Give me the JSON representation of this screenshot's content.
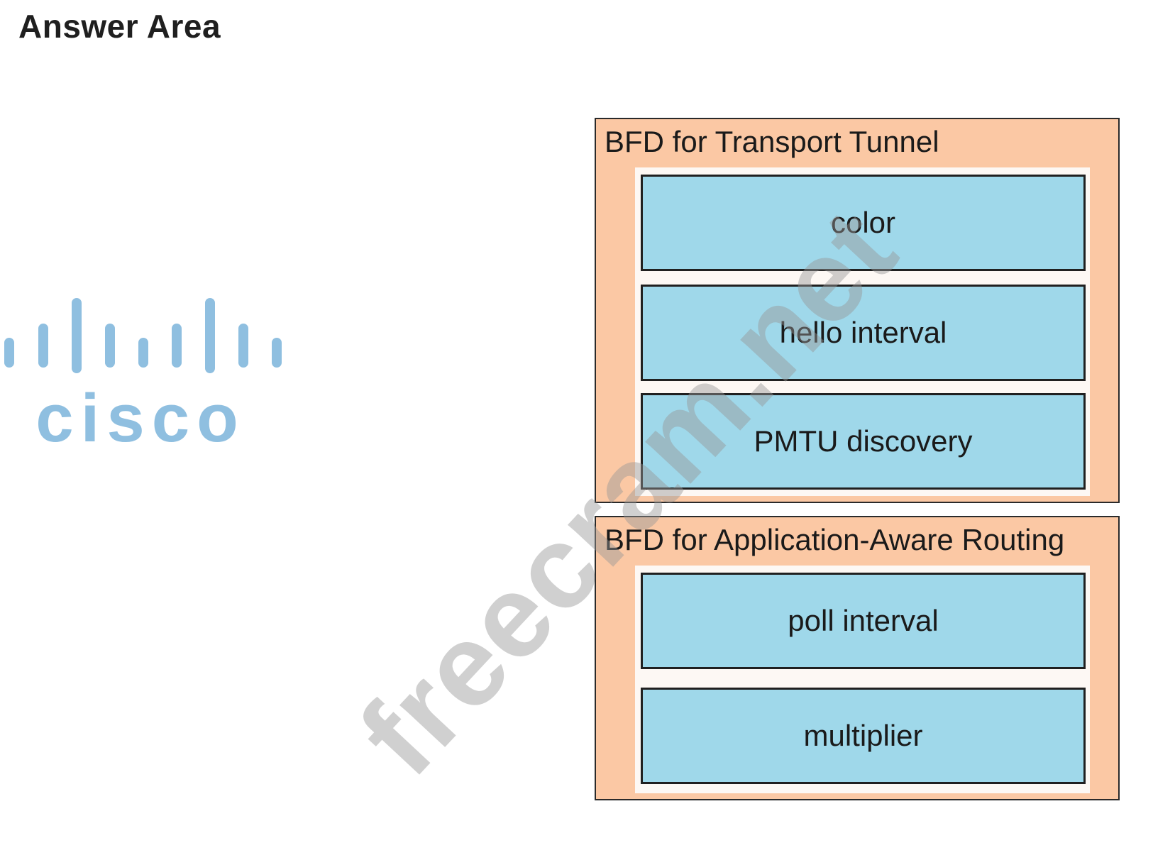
{
  "header": {
    "title": "Answer Area"
  },
  "logo": {
    "text": "cisco",
    "icon": "cisco-logo",
    "color": "#8fbfe0"
  },
  "groups": [
    {
      "title": "BFD for Transport Tunnel",
      "items": [
        {
          "label": "color"
        },
        {
          "label": "hello interval"
        },
        {
          "label": "PMTU discovery"
        }
      ]
    },
    {
      "title": "BFD for Application-Aware Routing",
      "items": [
        {
          "label": "poll interval"
        },
        {
          "label": "multiplier"
        }
      ]
    }
  ],
  "watermark": {
    "text": "freecram.net"
  },
  "colors": {
    "group_background": "#fbc8a4",
    "item_background": "#9fd8ea",
    "border": "#202020"
  }
}
